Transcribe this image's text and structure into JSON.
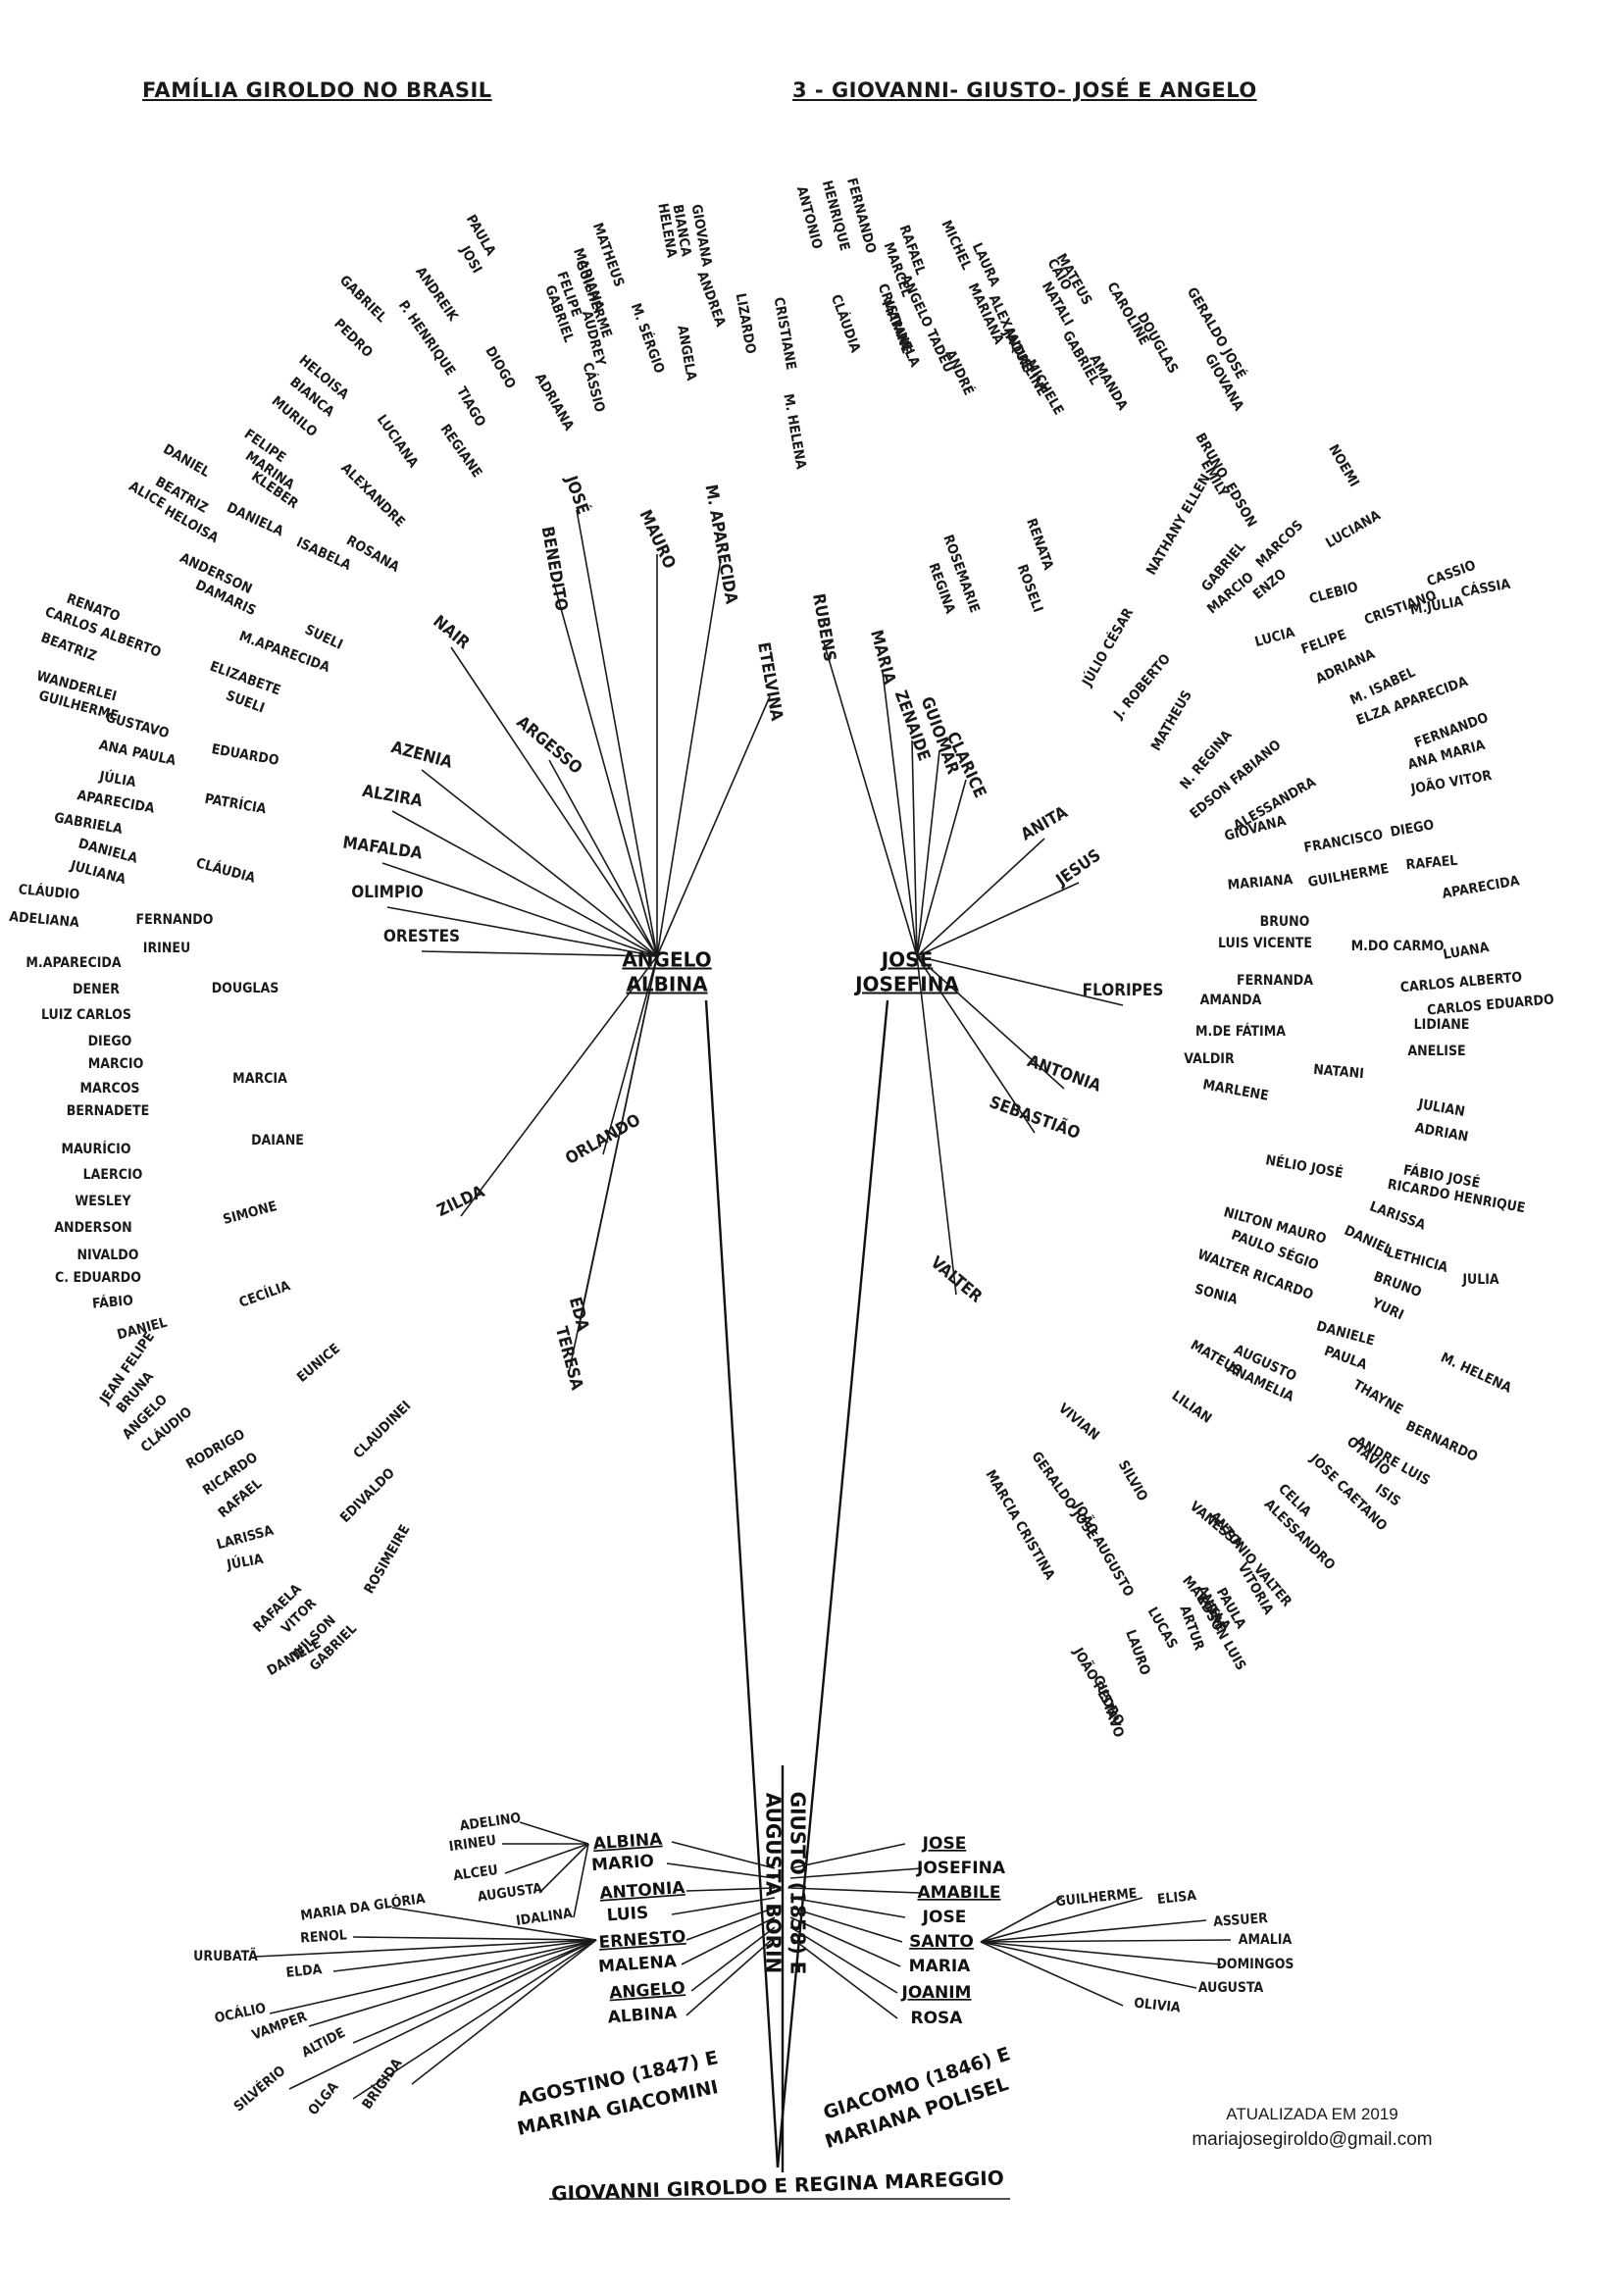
{
  "header": {
    "left_title": "FAMÍLIA GIROLDO NO BRASIL",
    "right_title": "3 - GIOVANNI- GIUSTO- JOSÉ E ANGELO"
  },
  "footer": {
    "updated": "ATUALIZADA EM 2019",
    "email": "mariajosegiroldo@gmail.com"
  },
  "roots": {
    "base": "GIOVANNI GIROLDO E REGINA MAREGGIO",
    "left_child": [
      "AGOSTINO (1847) E",
      "MARINA GIACOMINI"
    ],
    "right_child": [
      "GIACOMO (1846) E",
      "MARIANA POLISEL"
    ],
    "trunk": [
      "GIUSTO (1858) E",
      "AUGUSTA BORIN"
    ]
  },
  "bottom_branches": {
    "left": [
      "ALBINA",
      "MARIO",
      "ANTONIA",
      "LUIS",
      "ERNESTO",
      "MALENA",
      "ANGELO",
      "ALBINA"
    ],
    "right": [
      "JOSE",
      "JOSEFINA",
      "AMABILE",
      "JOSE",
      "SANTO",
      "MARIA",
      "JOANIM",
      "ROSA"
    ],
    "albina_children": [
      "ADELINO",
      "IRINEU",
      "ALCEU",
      "AUGUSTA",
      "IDALINA"
    ],
    "ernesto_children": [
      "MARIA DA GLÓRIA",
      "RENOL",
      "URUBATÃ",
      "ELDA",
      "OCÁLIO",
      "VAMPER",
      "ALTIDE",
      "SILVÉRIO",
      "OLGA",
      "BRÍGIDA"
    ],
    "santo_children": [
      "GUILHERME",
      "ELISA",
      "ASSUER",
      "AMALIA",
      "DOMINGOS",
      "AUGUSTA",
      "OLIVIA"
    ]
  },
  "couples": {
    "angelo": [
      "ANGELO",
      "ALBINA"
    ],
    "jose": [
      "JOSE",
      "JOSEFINA"
    ]
  },
  "angelo_branch": {
    "children": [
      "ETELVINA",
      "M. APARECIDA",
      "MAURO",
      "JOSÉ",
      "BENEDITO",
      "NAIR",
      "ARGESSO",
      "AZENIA",
      "ALZIRA",
      "MAFALDA",
      "OLIMPIO",
      "ORESTES",
      "ZILDA",
      "ORLANDO",
      "EDA",
      "TERESA"
    ],
    "names": [
      "LIZARDO",
      "CRISTIANE",
      "M. HELENA",
      "GIOVANA",
      "BIANCA",
      "HELENA",
      "ANDREA",
      "ANGELA",
      "MATHEUS",
      "MARIANA",
      "M. SÉRGIO",
      "GUILHERME",
      "AUDREY",
      "FELIPE",
      "CÁSSIO",
      "GABRIEL",
      "PAULA",
      "JOSI",
      "ADRIANA",
      "ANDREIK",
      "DIOGO",
      "P. HENRIQUE",
      "TIAGO",
      "REGIANE",
      "GABRIEL",
      "PEDRO",
      "HELOISA",
      "BIANCA",
      "LUCIANA",
      "MURILO",
      "ALEXANDRE",
      "FELIPE",
      "MARINA",
      "KLEBER",
      "ROSANA",
      "DANIEL",
      "BEATRIZ",
      "DANIELA",
      "ISABELA",
      "HELOISA",
      "ALICE",
      "ANDERSON",
      "DAMARIS",
      "SUELI",
      "RENATO",
      "CARLOS ALBERTO",
      "BEATRIZ",
      "M.APARECIDA",
      "ELIZABETE",
      "SUELI",
      "WANDERLEI",
      "GUILHERME",
      "GUSTAVO",
      "ANA PAULA",
      "EDUARDO",
      "JÚLIA",
      "PATRÍCIA",
      "APARECIDA",
      "GABRIELA",
      "DANIELA",
      "JULIANA",
      "CLÁUDIA",
      "CLÁUDIO",
      "ADELIANA",
      "FERNANDO",
      "IRINEU",
      "M.APARECIDA",
      "DENER",
      "DOUGLAS",
      "LUIZ CARLOS",
      "DIEGO",
      "MARCIO",
      "MARCOS",
      "MARCIA",
      "BERNADETE",
      "MAURÍCIO",
      "DAIANE",
      "LAERCIO",
      "WESLEY",
      "ANDERSON",
      "SIMONE",
      "NIVALDO",
      "C. EDUARDO",
      "FÁBIO",
      "DANIEL",
      "CECÍLIA",
      "JEAN FELIPE",
      "BRUNA",
      "ANGELO",
      "CLÁUDIO",
      "EUNICE",
      "RODRIGO",
      "RICARDO",
      "RAFAEL",
      "CLAUDINEI",
      "LARISSA",
      "JÚLIA",
      "EDIVALDO",
      "RAFAELA",
      "ROSIMEIRE",
      "DANIELE",
      "GABRIEL",
      "VITOR",
      "WILSON"
    ]
  },
  "jose_branch": {
    "children": [
      "RUBENS",
      "MARIA",
      "ZENAIDE",
      "GUIOMAR",
      "CLARICE",
      "ANITA",
      "JESUS",
      "FLORIPES",
      "ANTONIA",
      "SEBASTIÃO",
      "VALTER"
    ],
    "names": [
      "FERNANDO",
      "HENRIQUE",
      "ANTONIO",
      "CLÁUDIA",
      "RAFAEL",
      "MARCEL",
      "CRISTIANE",
      "MICHEL",
      "ANGELO TADEU",
      "MARINELA",
      "LAURA",
      "ANDRÉ",
      "MARIANA",
      "ALEXANDRE",
      "CAIO",
      "NATALI",
      "JAQUELINE",
      "MICHELE",
      "GABRIEL",
      "MATEUS",
      "CAROLINE",
      "AMANDA",
      "DOUGLAS",
      "ROSEMARIE",
      "REGINA",
      "RENATA",
      "ROSELI",
      "GERALDO JOSÉ",
      "GIOVANA",
      "BRUNO",
      "EMILY",
      "EDSON",
      "NOEMI",
      "NATHANY ELLEN",
      "GABRIEL",
      "MARCIO",
      "MARCOS",
      "ENZO",
      "LUCIANA",
      "JÚLIO CÉSAR",
      "J. ROBERTO",
      "LUCIA",
      "CLEBIO",
      "FELIPE",
      "ADRIANA",
      "CRISTIANO",
      "CASSIO",
      "M.JÚLIA",
      "CÁSSIA",
      "MATHEUS",
      "N. REGINA",
      "M. ISABEL",
      "EDSON FABIANO",
      "ELZA APARECIDA",
      "FERNANDO",
      "ALESSANDRA",
      "ANA MARIA",
      "JOÃO VITOR",
      "GIOVANA",
      "FRANCISCO",
      "DIEGO",
      "GUILHERME",
      "RAFAEL",
      "MARIANA",
      "APARECIDA",
      "BRUNO",
      "LUIS VICENTE",
      "M.DO CARMO",
      "LUANA",
      "FERNANDA",
      "CARLOS ALBERTO",
      "AMANDA",
      "CARLOS EDUARDO",
      "M.DE FÁTIMA",
      "LIDIANE",
      "ANELISE",
      "VALDIR",
      "NATANI",
      "MARLENE",
      "JULIAN",
      "ADRIAN",
      "NÉLIO JOSÉ",
      "FÁBIO JOSÉ",
      "RICARDO HENRIQUE",
      "LARISSA",
      "DANIEL",
      "NILTON MAURO",
      "LETHICIA",
      "JULIA",
      "BRUNO",
      "YURI",
      "PAULO SÉGIO",
      "DANIELE",
      "M. HELENA",
      "WALTER RICARDO",
      "PAULA",
      "SONIA",
      "THAYNE",
      "BERNARDO",
      "AUGUSTO",
      "ANAMELIA",
      "ANDRE LUIS",
      "OTAVIO",
      "MATEUS",
      "JOSE CAETANO",
      "ISIS",
      "LILIAN",
      "CELIA",
      "ALESSANDRO",
      "VIVIAN",
      "VANESSA",
      "ANTONIO VALTER",
      "MARCELA",
      "VITORIA",
      "PAULA",
      "SILVIO",
      "ANDRE",
      "ARTUR",
      "GERALDO JOSE",
      "JOÃO AUGUSTO",
      "LUCAS",
      "MARCIA CRISTINA",
      "LAURO",
      "EDSON LUIS",
      "JOÃO PEDRO",
      "GUSTAVO",
      "GUILHERME"
    ]
  }
}
